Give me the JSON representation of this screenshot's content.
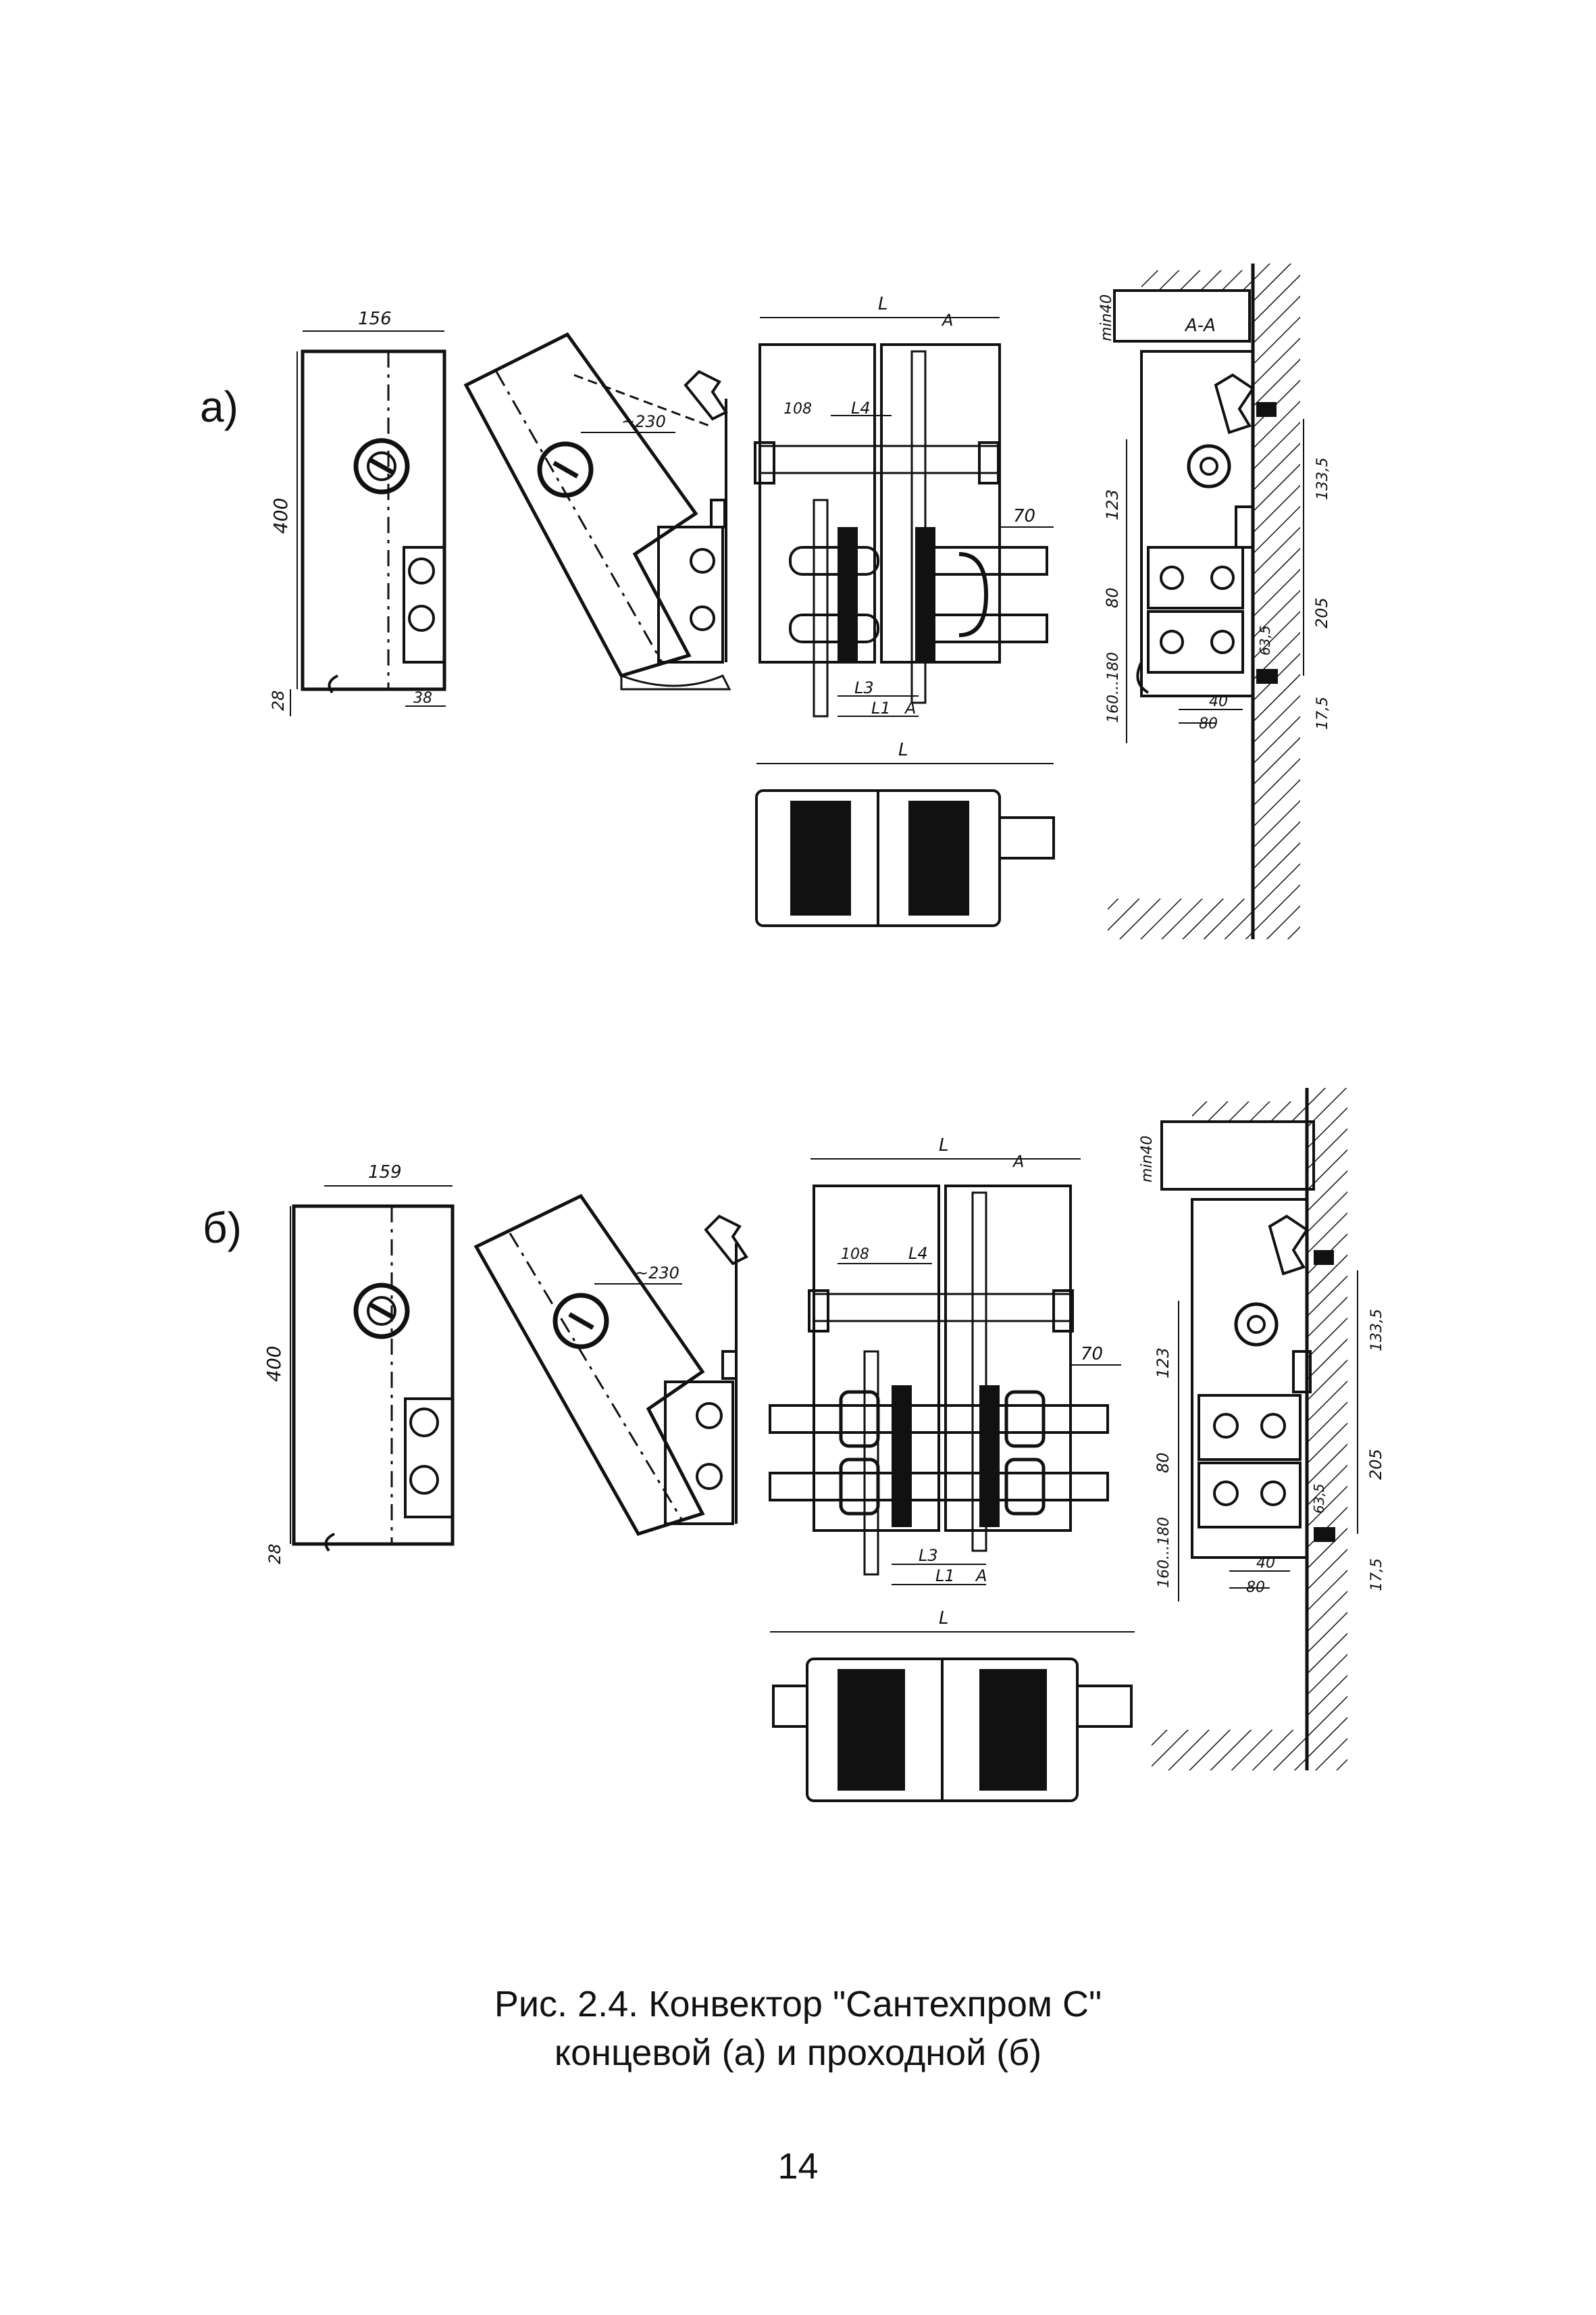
{
  "figure": {
    "label_a": "а)",
    "label_b": "б)",
    "caption_line1": "Рис. 2.4. Конвектор \"Сантехпром С\"",
    "caption_line2": "концевой (а) и  проходной (б)"
  },
  "page_number": "14",
  "drawing_a": {
    "width_side": "156",
    "height_side": "400",
    "bottom_gap": "28",
    "base_width": "38",
    "open_lid": "~230",
    "length": "L",
    "section_mark": "A",
    "dim_108": "108",
    "dim_L4": "L4",
    "dim_L3": "L3",
    "dim_L1": "L1",
    "dim_70": "70",
    "section_title": "A-A",
    "min_gap": "min40",
    "dim_123": "123",
    "dim_80": "80",
    "dim_160_180": "160...180",
    "dim_133_5": "133,5",
    "dim_205": "205",
    "dim_63_5": "63,5",
    "dim_17_5": "17,5",
    "dim_40": "40",
    "dim_80b": "80",
    "plan_length": "L"
  },
  "drawing_b": {
    "width_side": "159",
    "height_side": "400",
    "bottom_gap": "28",
    "open_lid": "~230",
    "length": "L",
    "section_mark": "A",
    "dim_108": "108",
    "dim_L4": "L4",
    "dim_L3": "L3",
    "dim_L1": "L1",
    "dim_70": "70",
    "min_gap": "min40",
    "dim_123": "123",
    "dim_80": "80",
    "dim_160_180": "160...180",
    "dim_133_5": "133,5",
    "dim_205": "205",
    "dim_63_5": "63,5",
    "dim_17_5": "17,5",
    "dim_40": "40",
    "dim_80b": "80",
    "plan_length": "L"
  }
}
